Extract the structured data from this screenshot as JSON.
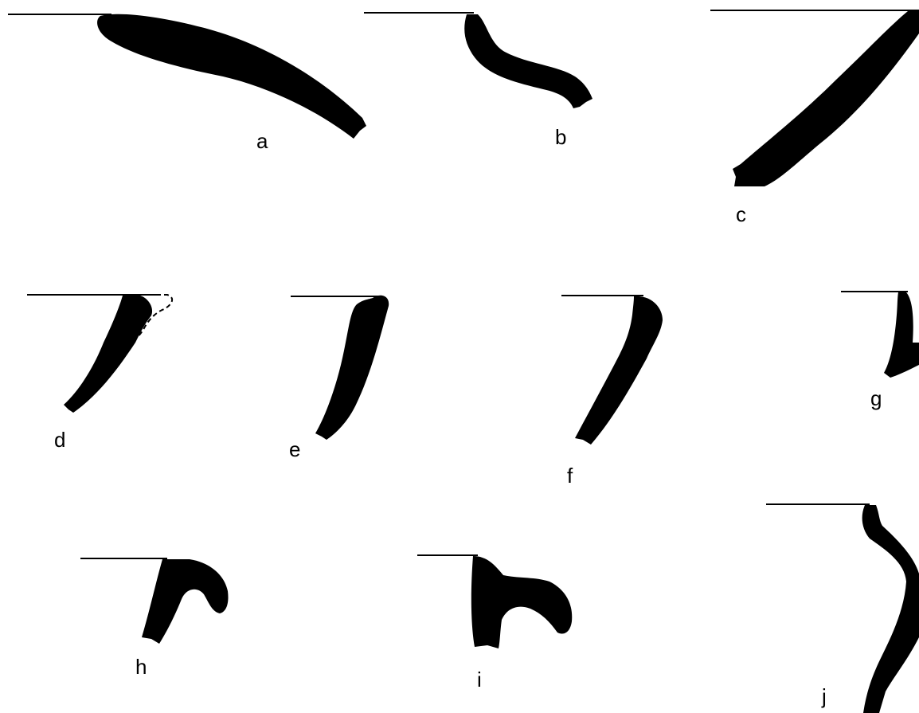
{
  "figure": {
    "colors": {
      "background": "#ffffff",
      "ink": "#000000"
    },
    "profiles": [
      {
        "id": "a",
        "label": "a"
      },
      {
        "id": "b",
        "label": "b"
      },
      {
        "id": "c",
        "label": "c"
      },
      {
        "id": "d",
        "label": "d"
      },
      {
        "id": "e",
        "label": "e"
      },
      {
        "id": "f",
        "label": "f"
      },
      {
        "id": "g",
        "label": "g"
      },
      {
        "id": "h",
        "label": "h"
      },
      {
        "id": "i",
        "label": "i"
      },
      {
        "id": "j",
        "label": "j"
      }
    ]
  }
}
